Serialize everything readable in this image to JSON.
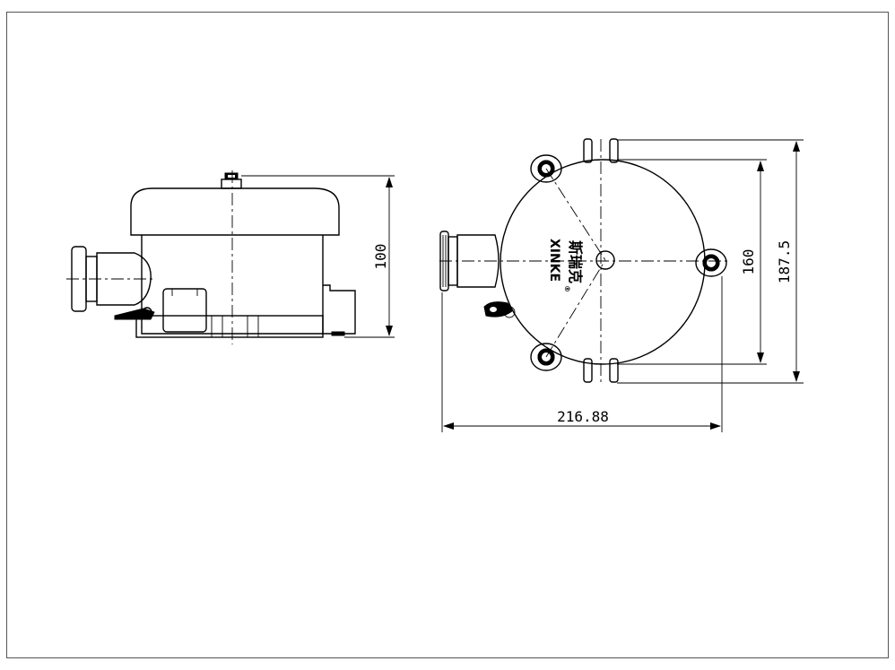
{
  "drawing": {
    "dimensions": {
      "side_height": "100",
      "plan_inner_height": "160",
      "plan_outer_height": "187.5",
      "plan_width": "216.88"
    },
    "logo": {
      "brand_cn": "斯瑞克",
      "brand_en": "XINKE",
      "registered": "®"
    }
  }
}
